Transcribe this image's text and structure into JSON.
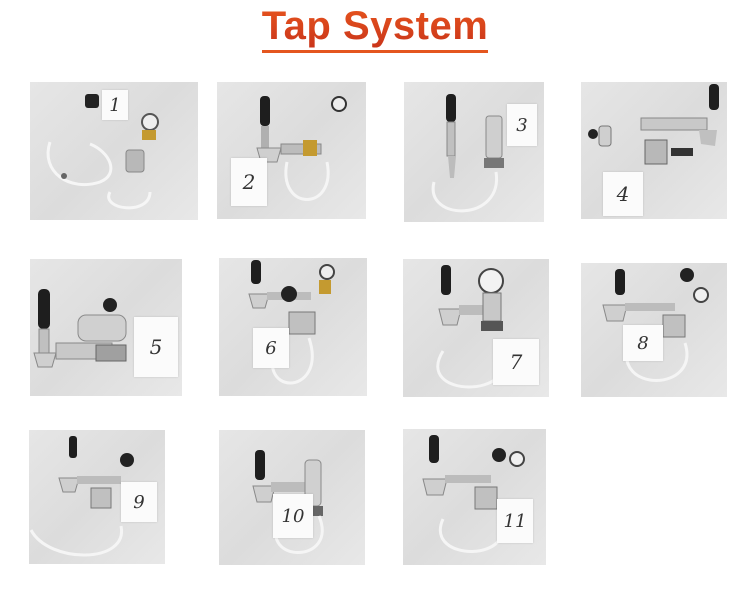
{
  "title": "Tap System",
  "items": [
    {
      "number": "1"
    },
    {
      "number": "2"
    },
    {
      "number": "3"
    },
    {
      "number": "4"
    },
    {
      "number": "5"
    },
    {
      "number": "6"
    },
    {
      "number": "7"
    },
    {
      "number": "8"
    },
    {
      "number": "9"
    },
    {
      "number": "10"
    },
    {
      "number": "11"
    }
  ]
}
